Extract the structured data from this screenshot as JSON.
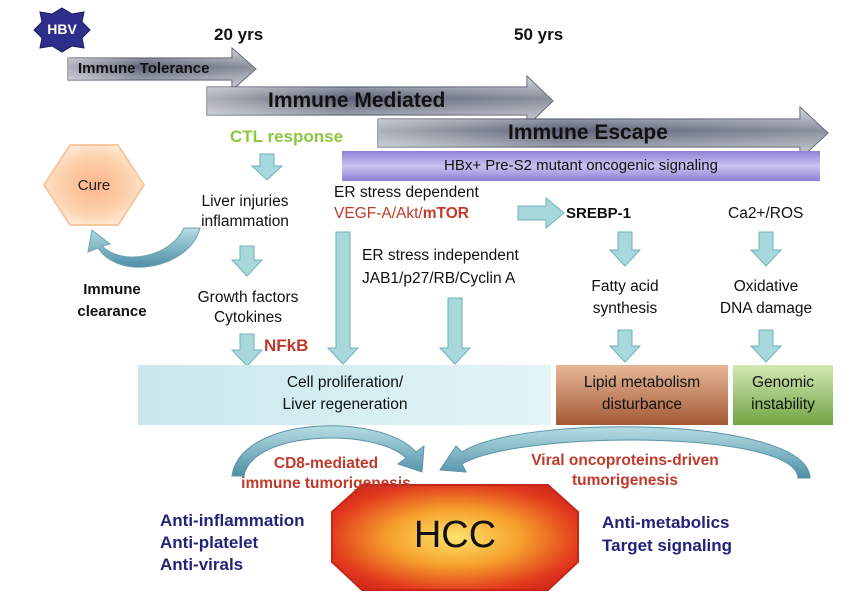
{
  "badge": {
    "label": "HBV"
  },
  "timeline": {
    "t1": "20 yrs",
    "t2": "50 yrs"
  },
  "phases": {
    "tolerance": "Immune Tolerance",
    "mediated": "Immune Mediated",
    "escape": "Immune Escape"
  },
  "banner": "HBx+ Pre-S2 mutant oncogenic signaling",
  "left": {
    "ctl": "CTL response",
    "cure": "Cure",
    "clearance_1": "Immune",
    "clearance_2": "clearance",
    "injury_1": "Liver injuries",
    "injury_2": "inflammation",
    "growth_1": "Growth factors",
    "growth_2": "Cytokines",
    "nfkb": "NFkB"
  },
  "middle": {
    "er_dep": "ER stress dependent",
    "vegf": "VEGF-A/Akt/",
    "mtor": "mTOR",
    "er_indep": "ER stress independent",
    "jab": "JAB1/p27/RB/Cyclin A"
  },
  "right": {
    "srebp": "SREBP-1",
    "ca": "Ca2+/ROS",
    "fatty_1": "Fatty acid",
    "fatty_2": "synthesis",
    "ox_1": "Oxidative",
    "ox_2": "DNA damage"
  },
  "outcomes": {
    "prolif_1": "Cell proliferation/",
    "prolif_2": "Liver regeneration",
    "lipid_1": "Lipid metabolism",
    "lipid_2": "disturbance",
    "genomic_1": "Genomic",
    "genomic_2": "instability"
  },
  "tumorigenesis": {
    "cd8_1": "CD8-mediated",
    "cd8_2": "immune tumorigenesis",
    "viral_1": "Viral oncoproteins-driven",
    "viral_2": "tumorigenesis"
  },
  "hcc": "HCC",
  "therapy_left": [
    "Anti-inflammation",
    "Anti-platelet",
    "Anti-virals"
  ],
  "therapy_right": [
    "Anti-metabolics",
    "Target signaling"
  ],
  "colors": {
    "navy": "#23237a",
    "green": "#8dc63f",
    "red": "#c0392b",
    "teal_arrow": "#a7d8dc"
  }
}
